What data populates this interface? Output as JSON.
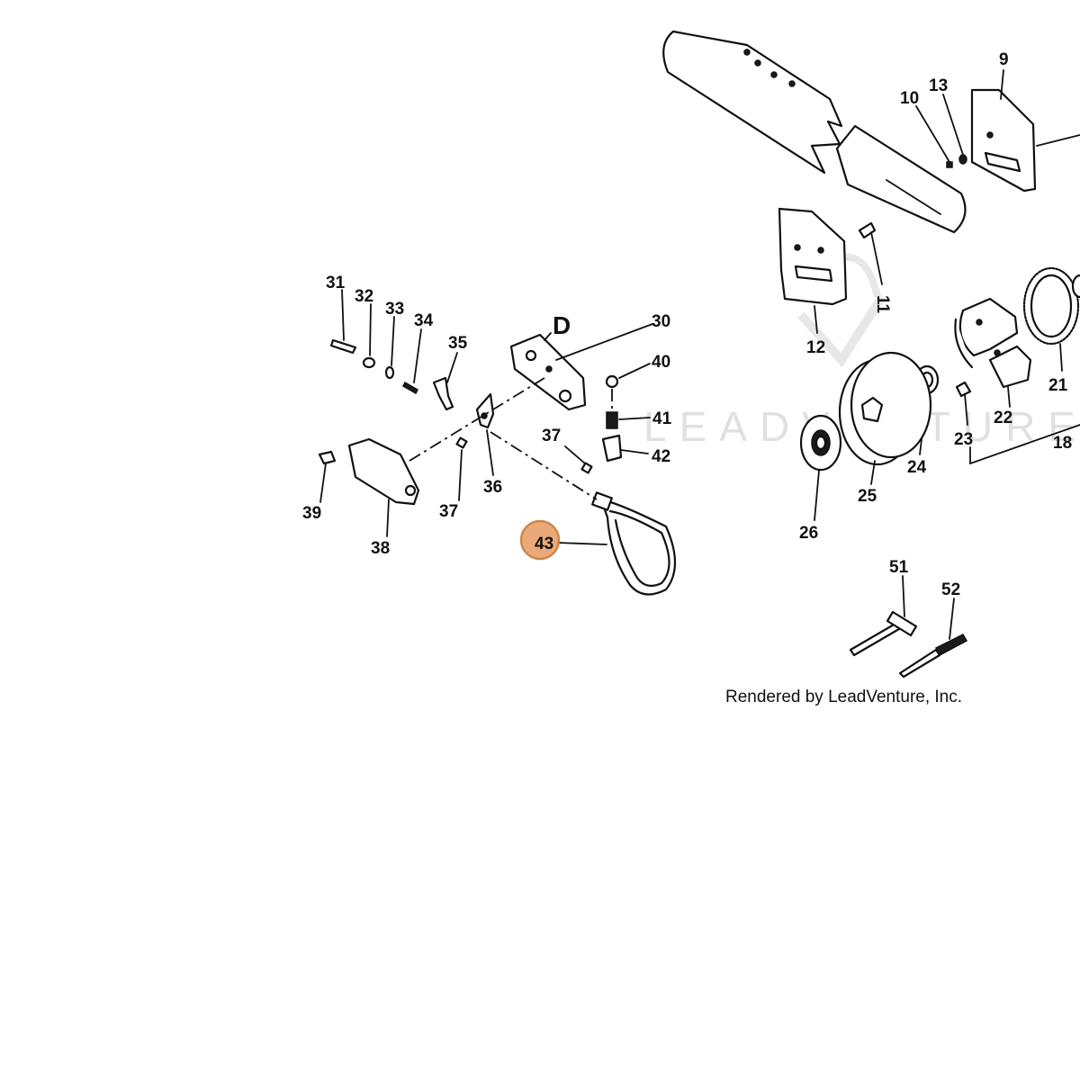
{
  "watermark": "LEADVENTURE",
  "credit": "Rendered by LeadVenture, Inc.",
  "assembly_label": "D",
  "highlighted_part": "43",
  "highlight_color": "#E8A06A",
  "callouts": {
    "c9": "9",
    "c10": "10",
    "c13": "13",
    "c11": "11",
    "c12": "12",
    "c21": "21",
    "c18": "18",
    "c22": "22",
    "c23": "23",
    "c24": "24",
    "c25": "25",
    "c26": "26",
    "c30": "30",
    "c31": "31",
    "c32": "32",
    "c33": "33",
    "c34": "34",
    "c35": "35",
    "c36": "36",
    "c37a": "37",
    "c37b": "37",
    "c38": "38",
    "c39": "39",
    "c40": "40",
    "c41": "41",
    "c42": "42",
    "c43": "43",
    "c51": "51",
    "c52": "52"
  }
}
